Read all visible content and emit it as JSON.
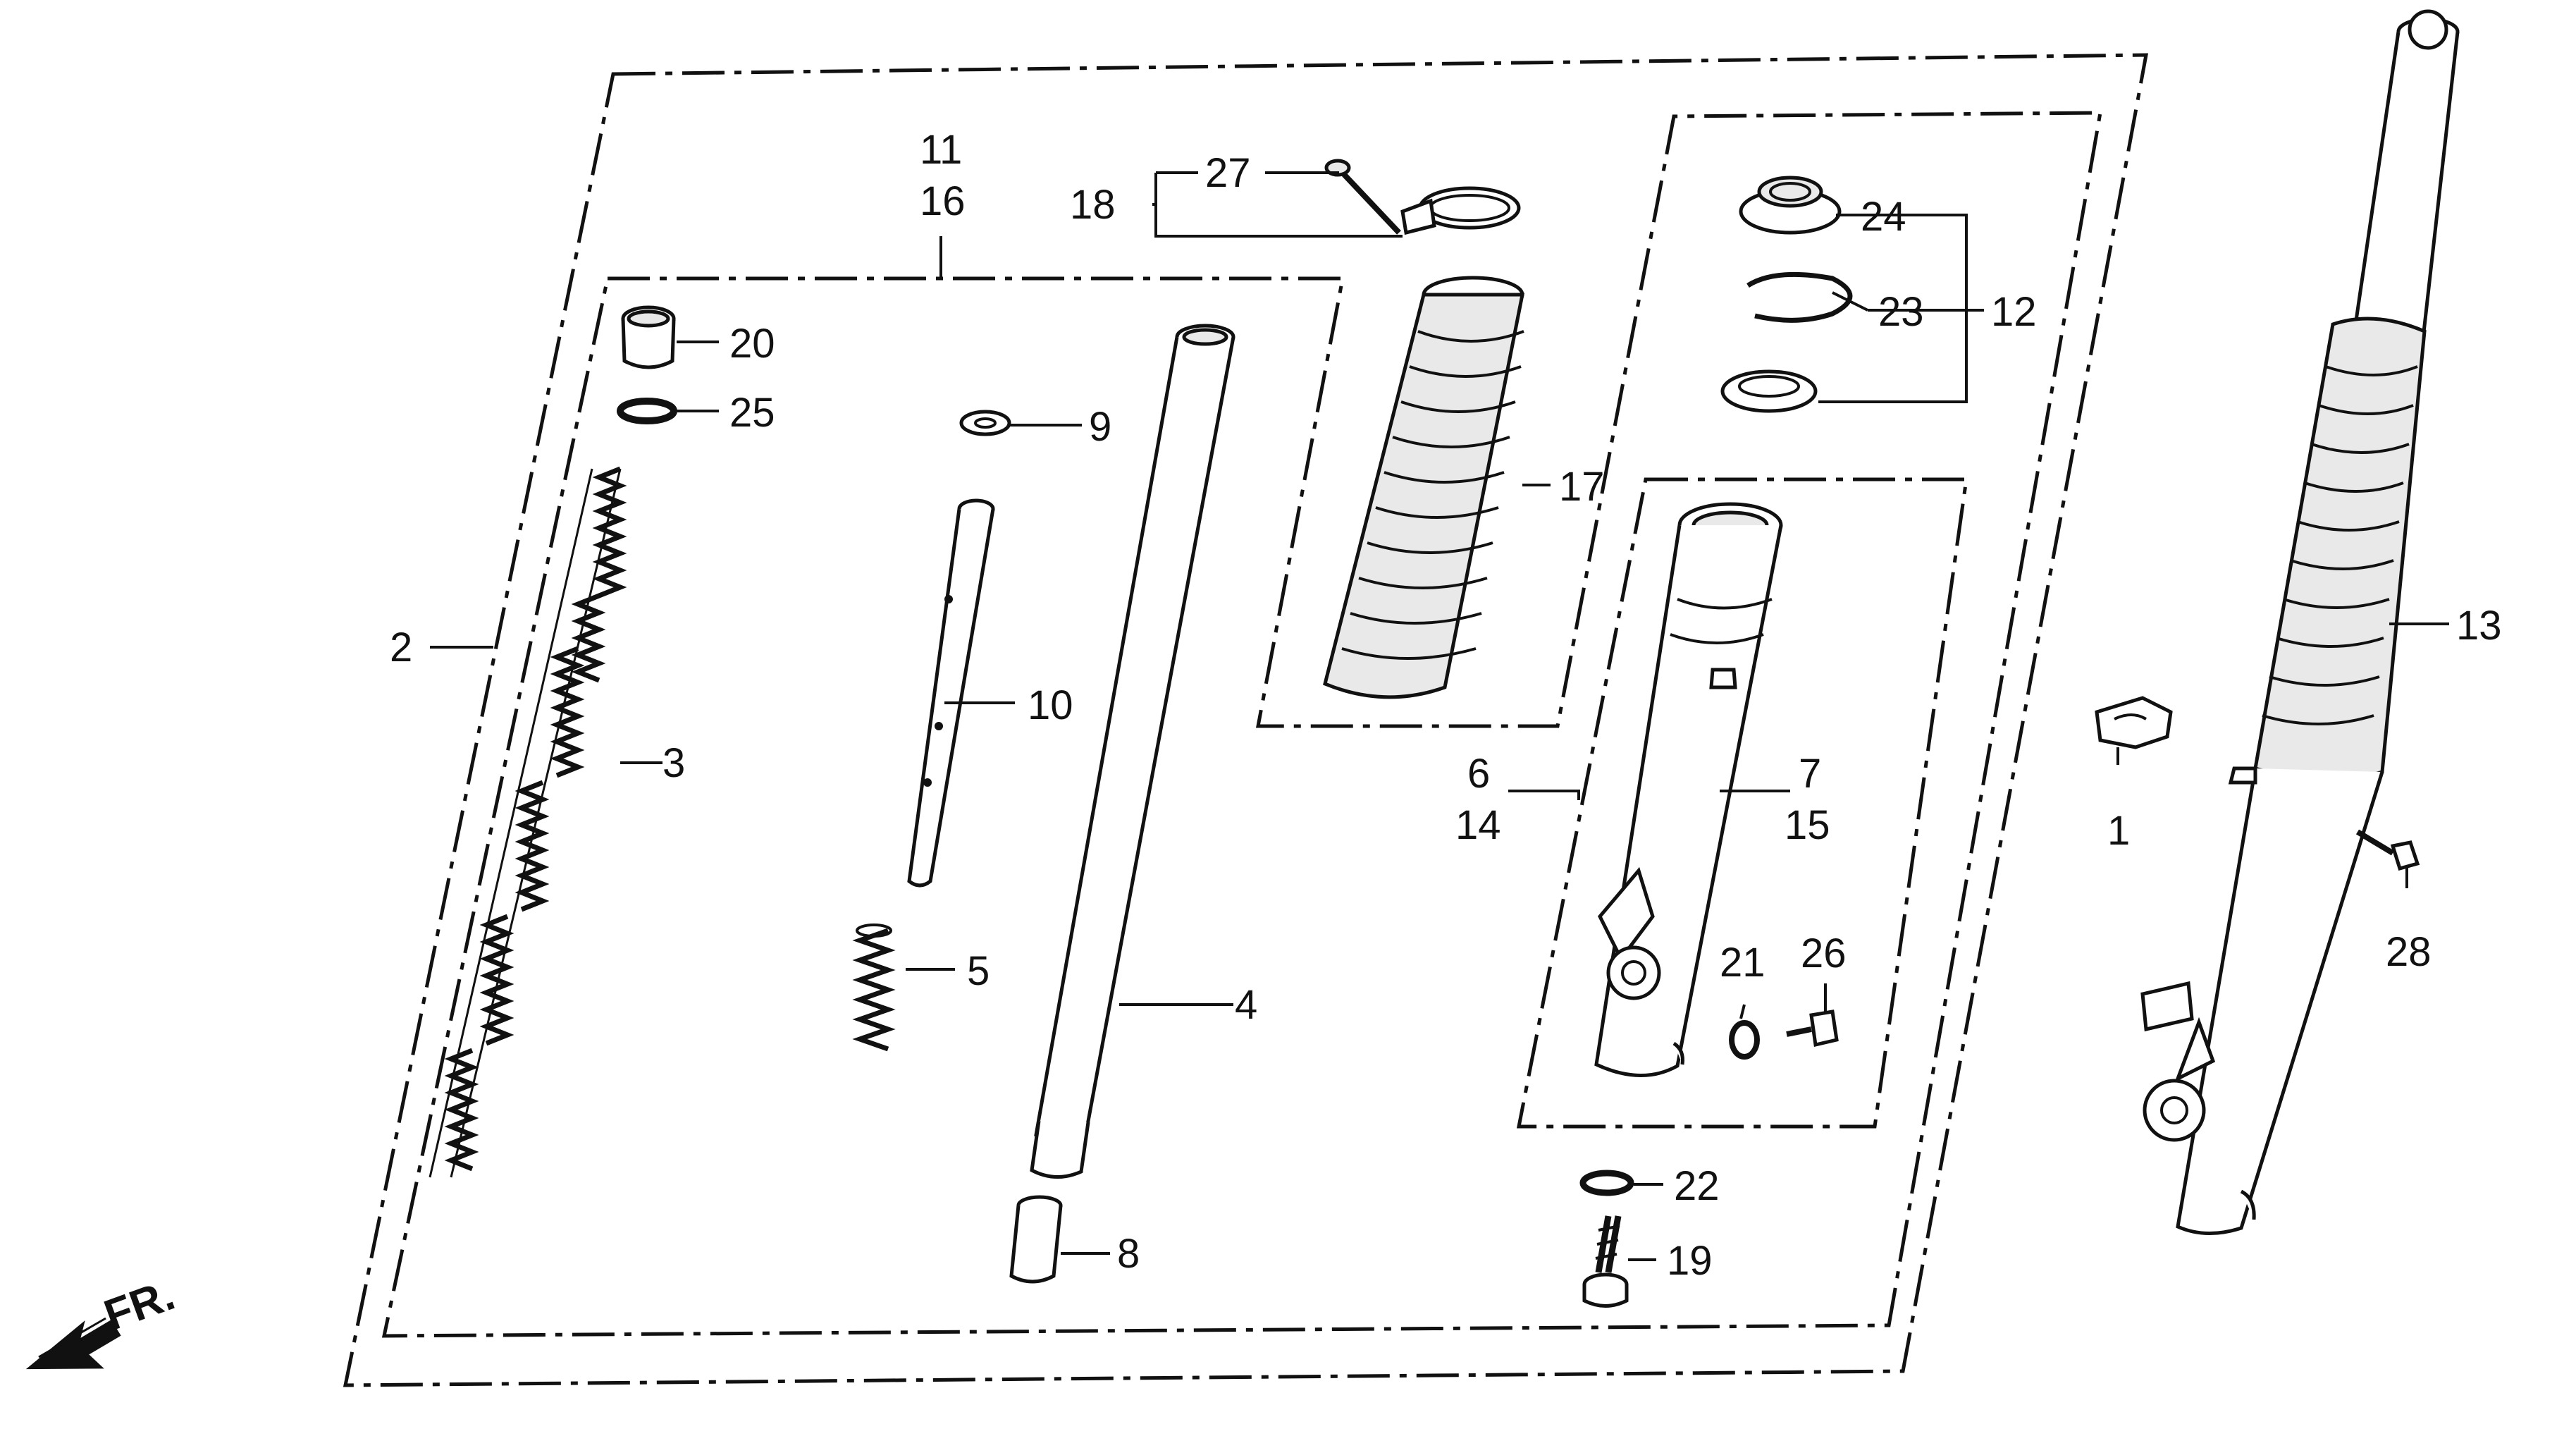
{
  "diagram": {
    "front_indicator": "FR.",
    "callouts": {
      "c1": "1",
      "c2": "2",
      "c3": "3",
      "c4": "4",
      "c5": "5",
      "c6": "6",
      "c7": "7",
      "c8": "8",
      "c9": "9",
      "c10": "10",
      "c11": "11",
      "c12": "12",
      "c13": "13",
      "c14": "14",
      "c15": "15",
      "c16": "16",
      "c17": "17",
      "c18": "18",
      "c19": "19",
      "c20": "20",
      "c21": "21",
      "c22": "22",
      "c23": "23",
      "c24": "24",
      "c25": "25",
      "c26": "26",
      "c27": "27",
      "c28": "28"
    }
  }
}
